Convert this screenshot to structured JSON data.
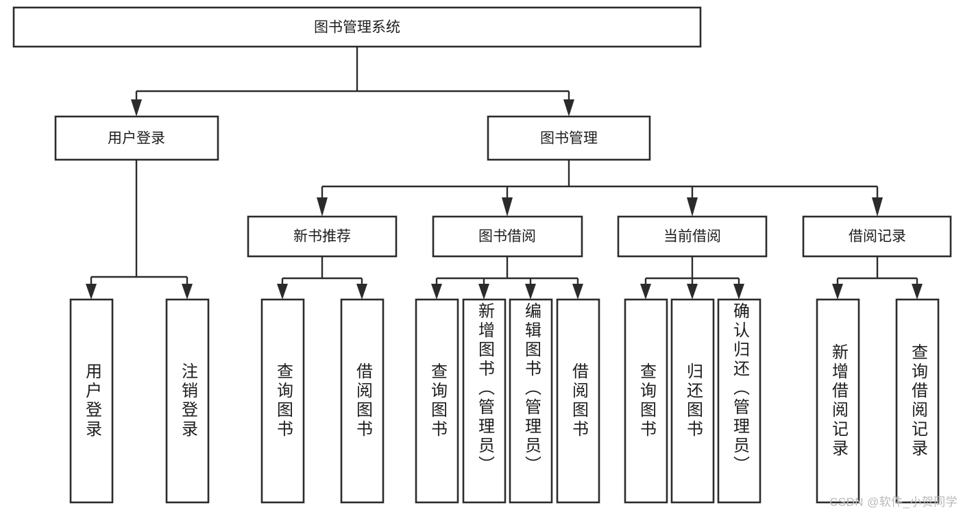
{
  "diagram": {
    "title": "图书管理系统",
    "type": "tree",
    "orientation": "top-down",
    "colors": {
      "stroke": "#2b2b2b",
      "fill": "#ffffff",
      "text": "#1d1d1d",
      "watermark": "#b9b9b9"
    },
    "root": {
      "id": "root",
      "label": "图书管理系统",
      "text_orientation": "horizontal"
    },
    "level2": [
      {
        "id": "user-login",
        "label": "用户登录",
        "text_orientation": "horizontal"
      },
      {
        "id": "book-manage",
        "label": "图书管理",
        "text_orientation": "horizontal"
      }
    ],
    "level3": [
      {
        "id": "new-book-recommend",
        "label": "新书推荐",
        "text_orientation": "horizontal"
      },
      {
        "id": "book-borrow",
        "label": "图书借阅",
        "text_orientation": "horizontal"
      },
      {
        "id": "current-borrow",
        "label": "当前借阅",
        "text_orientation": "horizontal"
      },
      {
        "id": "borrow-record",
        "label": "借阅记录",
        "text_orientation": "horizontal"
      }
    ],
    "leaves": {
      "user-login": [
        {
          "id": "leaf-user-login",
          "label": "用户登录",
          "text_orientation": "vertical"
        },
        {
          "id": "leaf-logout-login",
          "label": "注销登录",
          "text_orientation": "vertical"
        }
      ],
      "new-book-recommend": [
        {
          "id": "leaf-query-book-1",
          "label": "查询图书",
          "text_orientation": "vertical"
        },
        {
          "id": "leaf-borrow-book-1",
          "label": "借阅图书",
          "text_orientation": "vertical"
        }
      ],
      "book-borrow": [
        {
          "id": "leaf-query-book-2",
          "label": "查询图书",
          "text_orientation": "vertical"
        },
        {
          "id": "leaf-add-book",
          "label": "新增图书（管理员）",
          "text_orientation": "vertical"
        },
        {
          "id": "leaf-edit-book",
          "label": "编辑图书（管理员）",
          "text_orientation": "vertical"
        },
        {
          "id": "leaf-borrow-book-2",
          "label": "借阅图书",
          "text_orientation": "vertical"
        }
      ],
      "current-borrow": [
        {
          "id": "leaf-query-book-3",
          "label": "查询图书",
          "text_orientation": "vertical"
        },
        {
          "id": "leaf-return-book",
          "label": "归还图书",
          "text_orientation": "vertical"
        },
        {
          "id": "leaf-confirm-return",
          "label": "确认归还（管理员）",
          "text_orientation": "vertical"
        }
      ],
      "borrow-record": [
        {
          "id": "leaf-add-record",
          "label": "新增借阅记录",
          "text_orientation": "vertical"
        },
        {
          "id": "leaf-query-record",
          "label": "查询借阅记录",
          "text_orientation": "vertical"
        }
      ]
    }
  },
  "watermark": {
    "text": "CSDN @软件_小贺同学"
  }
}
